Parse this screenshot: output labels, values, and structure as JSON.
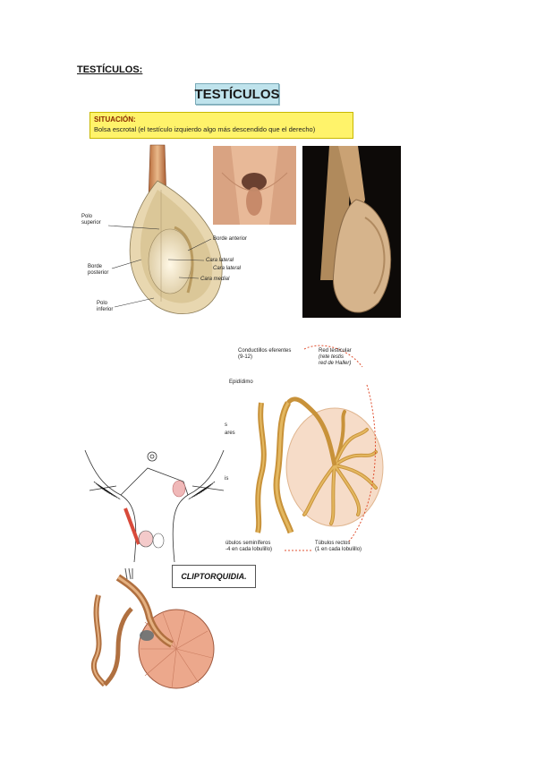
{
  "heading": "TESTÍCULOS:",
  "title_box": "TESTÍCULOS",
  "situacion": {
    "label": "SITUACIÓN:",
    "text": "Bolsa escrotal (el testículo izquierdo algo más descendido que el derecho)"
  },
  "testis_labels": {
    "polo_superior": [
      "Polo",
      "superior"
    ],
    "borde_posterior": [
      "Borde",
      "posterior"
    ],
    "polo_inferior": [
      "Polo",
      "inferior"
    ],
    "borde_anterior": "Borde anterior",
    "cara_lateral_1": "Cara lateral",
    "cara_lateral_2": "Cara lateral",
    "cara_medial": "Cara medial"
  },
  "internal_labels": {
    "conductillos": [
      "Conductillos eferentes",
      "(9-12)"
    ],
    "red_testicular": [
      "Red testicular",
      "(rete testis",
      "red de Haller)"
    ],
    "epididimo": "Epidídimo",
    "tubulos_seminiferos": [
      "úbulos seminíferos",
      "-4 en cada lobulillo)"
    ],
    "tubulos_rectos": [
      "Túbulos rectos",
      "(1 en cada lobulillo)"
    ],
    "fragment_1": "s",
    "fragment_2": "ares",
    "fragment_3": "is"
  },
  "clipto_label": "CLIPTORQUIDIA",
  "clipto_suffix": ".",
  "colors": {
    "title_box_bg": "#bfe3ec",
    "situacion_bg": "#fff36a",
    "tubule": "#d8a84a",
    "testis_pink": "#f1c6ae",
    "photo_bg": "#0d0a08"
  }
}
